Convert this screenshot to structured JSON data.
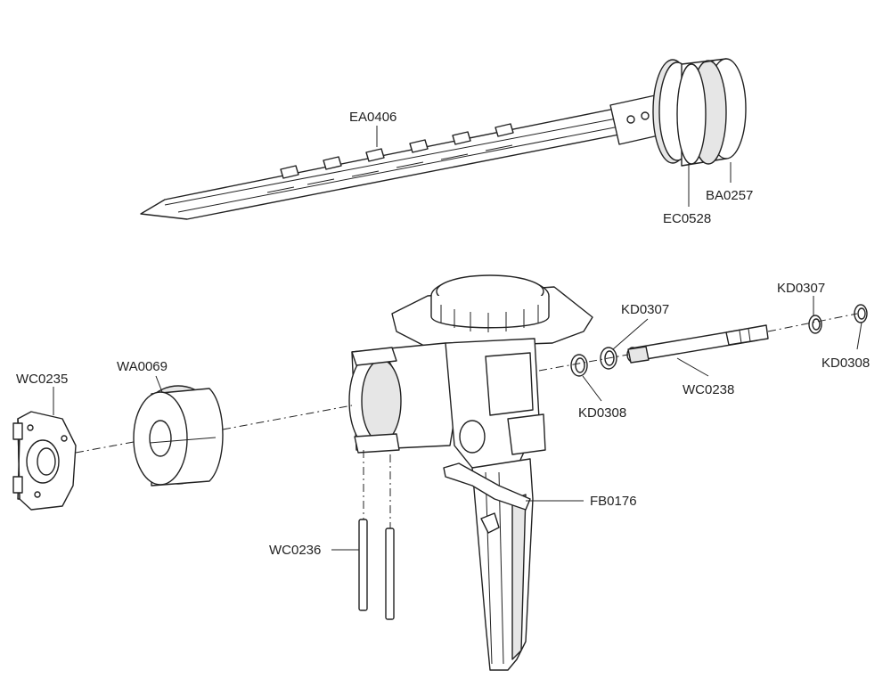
{
  "callouts": {
    "ea0406": "EA0406",
    "ec0528": "EC0528",
    "ba0257": "BA0257",
    "kd0307_left": "KD0307",
    "kd0307_right": "KD0307",
    "kd0308_left": "KD0308",
    "kd0308_right": "KD0308",
    "wc0238": "WC0238",
    "fb0176": "FB0176",
    "wc0235": "WC0235",
    "wa0069": "WA0069",
    "wc0236": "WC0236"
  }
}
